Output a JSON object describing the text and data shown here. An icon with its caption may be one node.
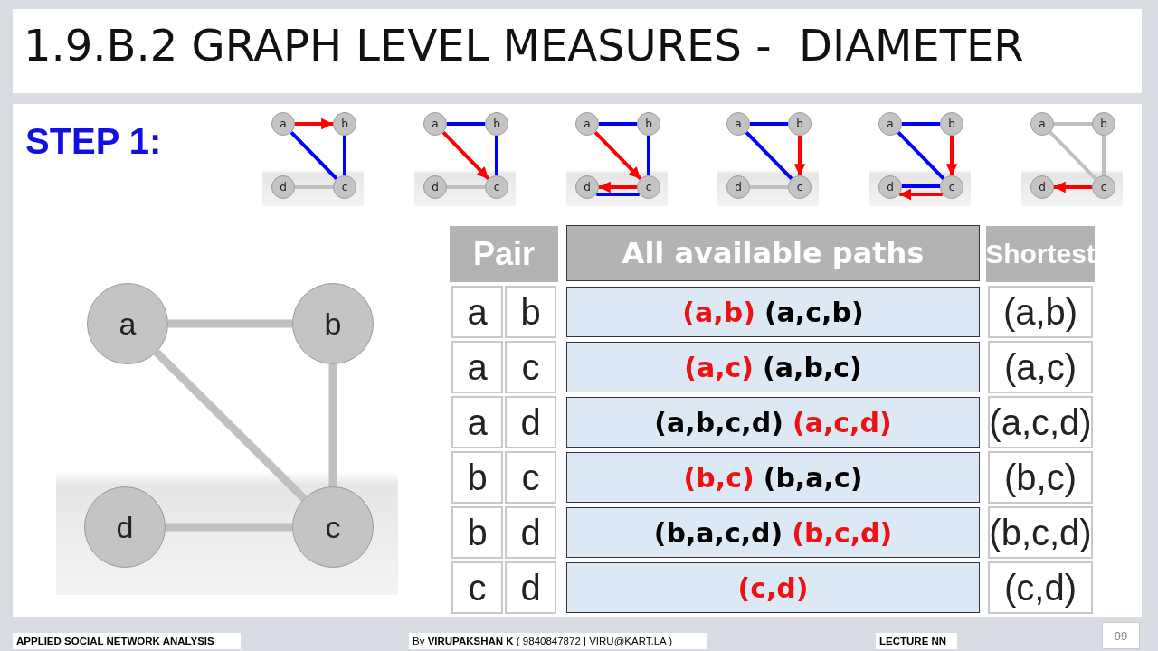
{
  "diagram": {
    "title": "1.9.B.2 GRAPH LEVEL MEASURES -  DIAMETER",
    "nodes": [
      {
        "text": [
          "a"
        ]
      },
      {
        "text": [
          "b"
        ]
      },
      {
        "text": [
          "d"
        ]
      },
      {
        "text": [
          "c"
        ]
      },
      {
        "text": [
          "a"
        ]
      },
      {
        "text": [
          "b"
        ]
      },
      {
        "text": [
          "d"
        ]
      },
      {
        "text": [
          "c"
        ]
      },
      {
        "text": [
          "a"
        ]
      },
      {
        "text": [
          "b"
        ]
      },
      {
        "text": [
          "d"
        ]
      },
      {
        "text": [
          "c"
        ]
      },
      {
        "text": [
          "a"
        ]
      },
      {
        "text": [
          "b"
        ]
      },
      {
        "text": [
          "d"
        ]
      },
      {
        "text": [
          "c"
        ]
      },
      {
        "text": [
          "a"
        ]
      },
      {
        "text": [
          "b"
        ]
      },
      {
        "text": [
          "d"
        ]
      },
      {
        "text": [
          "c"
        ]
      },
      {
        "text": [
          "a"
        ]
      },
      {
        "text": [
          "b"
        ]
      },
      {
        "text": [
          "d"
        ]
      },
      {
        "text": [
          "c"
        ]
      },
      {
        "text": [
          "a"
        ]
      },
      {
        "text": [
          "b"
        ]
      },
      {
        "text": [
          "d"
        ]
      },
      {
        "text": [
          "c"
        ]
      }
    ],
    "edges": [
      {
        "from": 0,
        "to": 1,
        "arrow": "to",
        "color": "#ff0000"
      },
      {
        "from": 0,
        "to": 3,
        "arrow": "none",
        "color": "#0000ff"
      },
      {
        "from": 1,
        "to": 3,
        "arrow": "none",
        "color": "#0000ff"
      },
      {
        "from": 2,
        "to": 3,
        "arrow": "none",
        "color": "#c0c0c0"
      },
      {
        "from": 4,
        "to": 5,
        "arrow": "none",
        "color": "#0000ff"
      },
      {
        "from": 4,
        "to": 7,
        "arrow": "to",
        "color": "#ff0000"
      },
      {
        "from": 5,
        "to": 7,
        "arrow": "none",
        "color": "#0000ff"
      },
      {
        "from": 6,
        "to": 7,
        "arrow": "none",
        "color": "#c0c0c0"
      },
      {
        "from": 8,
        "to": 9,
        "arrow": "none",
        "color": "#0000ff"
      },
      {
        "from": 8,
        "to": 11,
        "arrow": "to",
        "color": "#ff0000"
      },
      {
        "from": 9,
        "to": 11,
        "arrow": "none",
        "color": "#0000ff"
      },
      {
        "from": 11,
        "to": 10,
        "arrow": "to",
        "color": "#ff0000"
      },
      {
        "from": 11,
        "to": 10,
        "arrow": "none",
        "color": "#0000ff"
      },
      {
        "from": 12,
        "to": 13,
        "arrow": "none",
        "color": "#0000ff"
      },
      {
        "from": 12,
        "to": 15,
        "arrow": "none",
        "color": "#0000ff"
      },
      {
        "from": 13,
        "to": 15,
        "arrow": "to",
        "color": "#ff0000"
      },
      {
        "from": 14,
        "to": 15,
        "arrow": "none",
        "color": "#c0c0c0"
      },
      {
        "from": 16,
        "to": 17,
        "arrow": "none",
        "color": "#0000ff"
      },
      {
        "from": 16,
        "to": 19,
        "arrow": "none",
        "color": "#0000ff"
      },
      {
        "from": 17,
        "to": 19,
        "arrow": "to",
        "color": "#ff0000"
      },
      {
        "from": 19,
        "to": 18,
        "arrow": "none",
        "color": "#0000ff"
      },
      {
        "from": 19,
        "to": 18,
        "arrow": "to",
        "color": "#ff0000"
      },
      {
        "from": 20,
        "to": 21,
        "arrow": "none",
        "color": "#c0c0c0"
      },
      {
        "from": 20,
        "to": 23,
        "arrow": "none",
        "color": "#c0c0c0"
      },
      {
        "from": 21,
        "to": 23,
        "arrow": "none",
        "color": "#c0c0c0"
      },
      {
        "from": 23,
        "to": 22,
        "arrow": "to",
        "color": "#ff0000"
      },
      {
        "from": 24,
        "to": 25,
        "arrow": "none",
        "style": "thick",
        "color": "#c0c0c0"
      },
      {
        "from": 24,
        "to": 27,
        "arrow": "none",
        "style": "thick",
        "color": "#c0c0c0"
      },
      {
        "from": 25,
        "to": 27,
        "arrow": "none",
        "style": "thick",
        "color": "#c0c0c0"
      },
      {
        "from": 26,
        "to": 27,
        "arrow": "none",
        "style": "thick",
        "color": "#c0c0c0"
      }
    ],
    "labels": [
      "STEP 1:",
      "Pair",
      "All available paths",
      "Shortest",
      "a",
      "b",
      "(a,b)",
      "(a,c,b)",
      "(a,b)",
      "a",
      "c",
      "(a,c)",
      "(a,b,c)",
      "(a,c)",
      "a",
      "d",
      "(a,b,c,d)",
      "(a,c,d)",
      "(a,c,d)",
      "b",
      "c",
      "(b,c)",
      "(b,a,c)",
      "(b,c)",
      "b",
      "d",
      "(b,a,c,d)",
      "(b,c,d)",
      "(b,c,d)",
      "c",
      "d",
      "(c,d)",
      "(c,d)",
      "APPLIED SOCIAL NETWORK ANALYSIS",
      "By **VIRUPAKSHAN K** ( 9840847872 | VIRU@KART.LA )",
      "LECTURE NN",
      "99"
    ]
  }
}
